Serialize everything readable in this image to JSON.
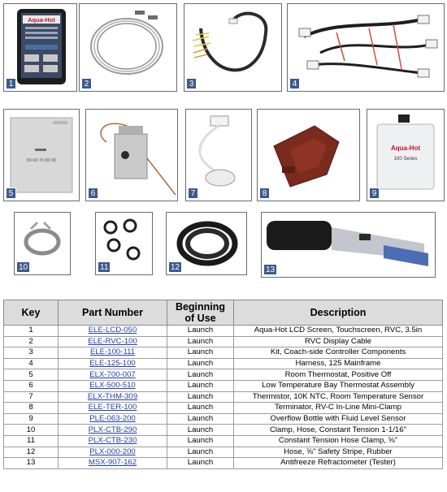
{
  "items": [
    {
      "key": "1",
      "part_number": "ELE-LCD-050",
      "beginning": "Launch",
      "description": "Aqua-Hot LCD Screen, Touchscreen, RVC, 3.5in"
    },
    {
      "key": "2",
      "part_number": "ELE-RVC-100",
      "beginning": "Launch",
      "description": "RVC Display Cable"
    },
    {
      "key": "3",
      "part_number": "ELE-100-111",
      "beginning": "Launch",
      "description": "Kit, Coach-side Controller Components"
    },
    {
      "key": "4",
      "part_number": "ELE-125-100",
      "beginning": "Launch",
      "description": "Harness, 125 Mainframe"
    },
    {
      "key": "5",
      "part_number": "ELX-700-007",
      "beginning": "Launch",
      "description": "Room Thermostat, Positive Off"
    },
    {
      "key": "6",
      "part_number": "ELX-500-510",
      "beginning": "Launch",
      "description": "Low Temperature Bay Thermostat Assembly"
    },
    {
      "key": "7",
      "part_number": "ELX-THM-309",
      "beginning": "Launch",
      "description": "Thermistor, 10K NTC, Room Temperature Sensor"
    },
    {
      "key": "8",
      "part_number": "ELE-TER-100",
      "beginning": "Launch",
      "description": "Terminator, RV-C In-Line Mini-Clamp"
    },
    {
      "key": "9",
      "part_number": "PLE-063-200",
      "beginning": "Launch",
      "description": "Overflow Bottle with Fluid Level Sensor"
    },
    {
      "key": "10",
      "part_number": "PLX-CTB-290",
      "beginning": "Launch",
      "description": "Clamp, Hose, Constant Tension 1-1/16\""
    },
    {
      "key": "11",
      "part_number": "PLX-CTB-230",
      "beginning": "Launch",
      "description": "Constant Tension Hose Clamp, ⅝\""
    },
    {
      "key": "12",
      "part_number": "PLX-000-200",
      "beginning": "Launch",
      "description": "Hose, ⅝\" Safety Stripe, Rubber"
    },
    {
      "key": "13",
      "part_number": "MSX-907-162",
      "beginning": "Launch",
      "description": "Antifreeze Refractometer (Tester)"
    }
  ],
  "table": {
    "headers": {
      "key": "Key",
      "part_number": "Part Number",
      "beginning_line1": "Beginning",
      "beginning_line2": "of Use",
      "description": "Description"
    }
  },
  "photos": {
    "lcd_brand": "Aqua-Hot",
    "bottle_brand": "Aqua-Hot",
    "bottle_series": "100 Series",
    "thermostat_scale": "50 60 70 80 90"
  },
  "colors": {
    "badge": "#3d5a8a",
    "link": "#1f3fae",
    "header_bg": "#dcdcdc"
  }
}
